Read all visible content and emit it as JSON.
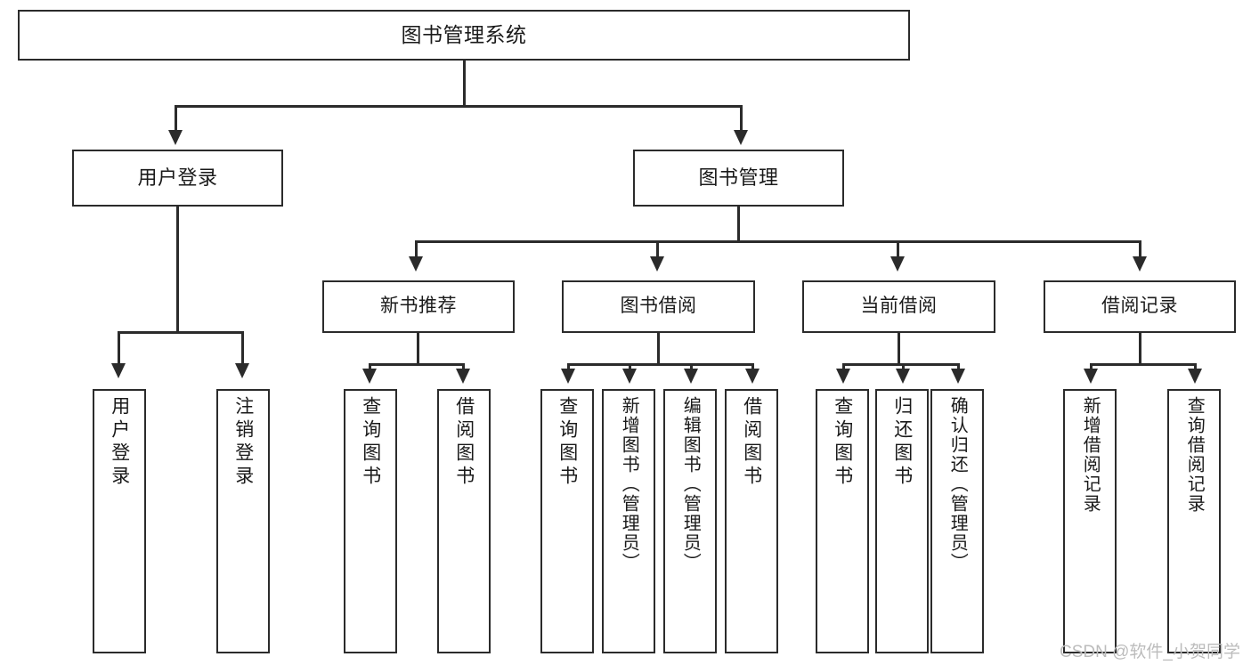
{
  "diagram": {
    "type": "hierarchy-tree",
    "title": "图书管理系统",
    "root": {
      "label": "图书管理系统"
    },
    "level2": [
      {
        "label": "用户登录"
      },
      {
        "label": "图书管理"
      }
    ],
    "level3": [
      {
        "label": "新书推荐"
      },
      {
        "label": "图书借阅"
      },
      {
        "label": "当前借阅"
      },
      {
        "label": "借阅记录"
      }
    ],
    "leaves": [
      {
        "label": "用户登录",
        "parent": "用户登录"
      },
      {
        "label": "注销登录",
        "parent": "用户登录"
      },
      {
        "label": "查询图书",
        "parent": "新书推荐"
      },
      {
        "label": "借阅图书",
        "parent": "新书推荐"
      },
      {
        "label": "查询图书",
        "parent": "图书借阅"
      },
      {
        "label": "新增图书（管理员）",
        "parent": "图书借阅"
      },
      {
        "label": "编辑图书（管理员）",
        "parent": "图书借阅"
      },
      {
        "label": "借阅图书",
        "parent": "图书借阅"
      },
      {
        "label": "查询图书",
        "parent": "当前借阅"
      },
      {
        "label": "归还图书",
        "parent": "当前借阅"
      },
      {
        "label": "确认归还（管理员）",
        "parent": "当前借阅"
      },
      {
        "label": "新增借阅记录",
        "parent": "借阅记录"
      },
      {
        "label": "查询借阅记录",
        "parent": "借阅记录"
      }
    ]
  },
  "watermark": {
    "text": "CSDN @软件_小贺同学"
  },
  "colors": {
    "stroke": "#2b2b2b",
    "background": "#ffffff",
    "text": "#1a1a1a",
    "watermark": "#bcbcbc"
  }
}
